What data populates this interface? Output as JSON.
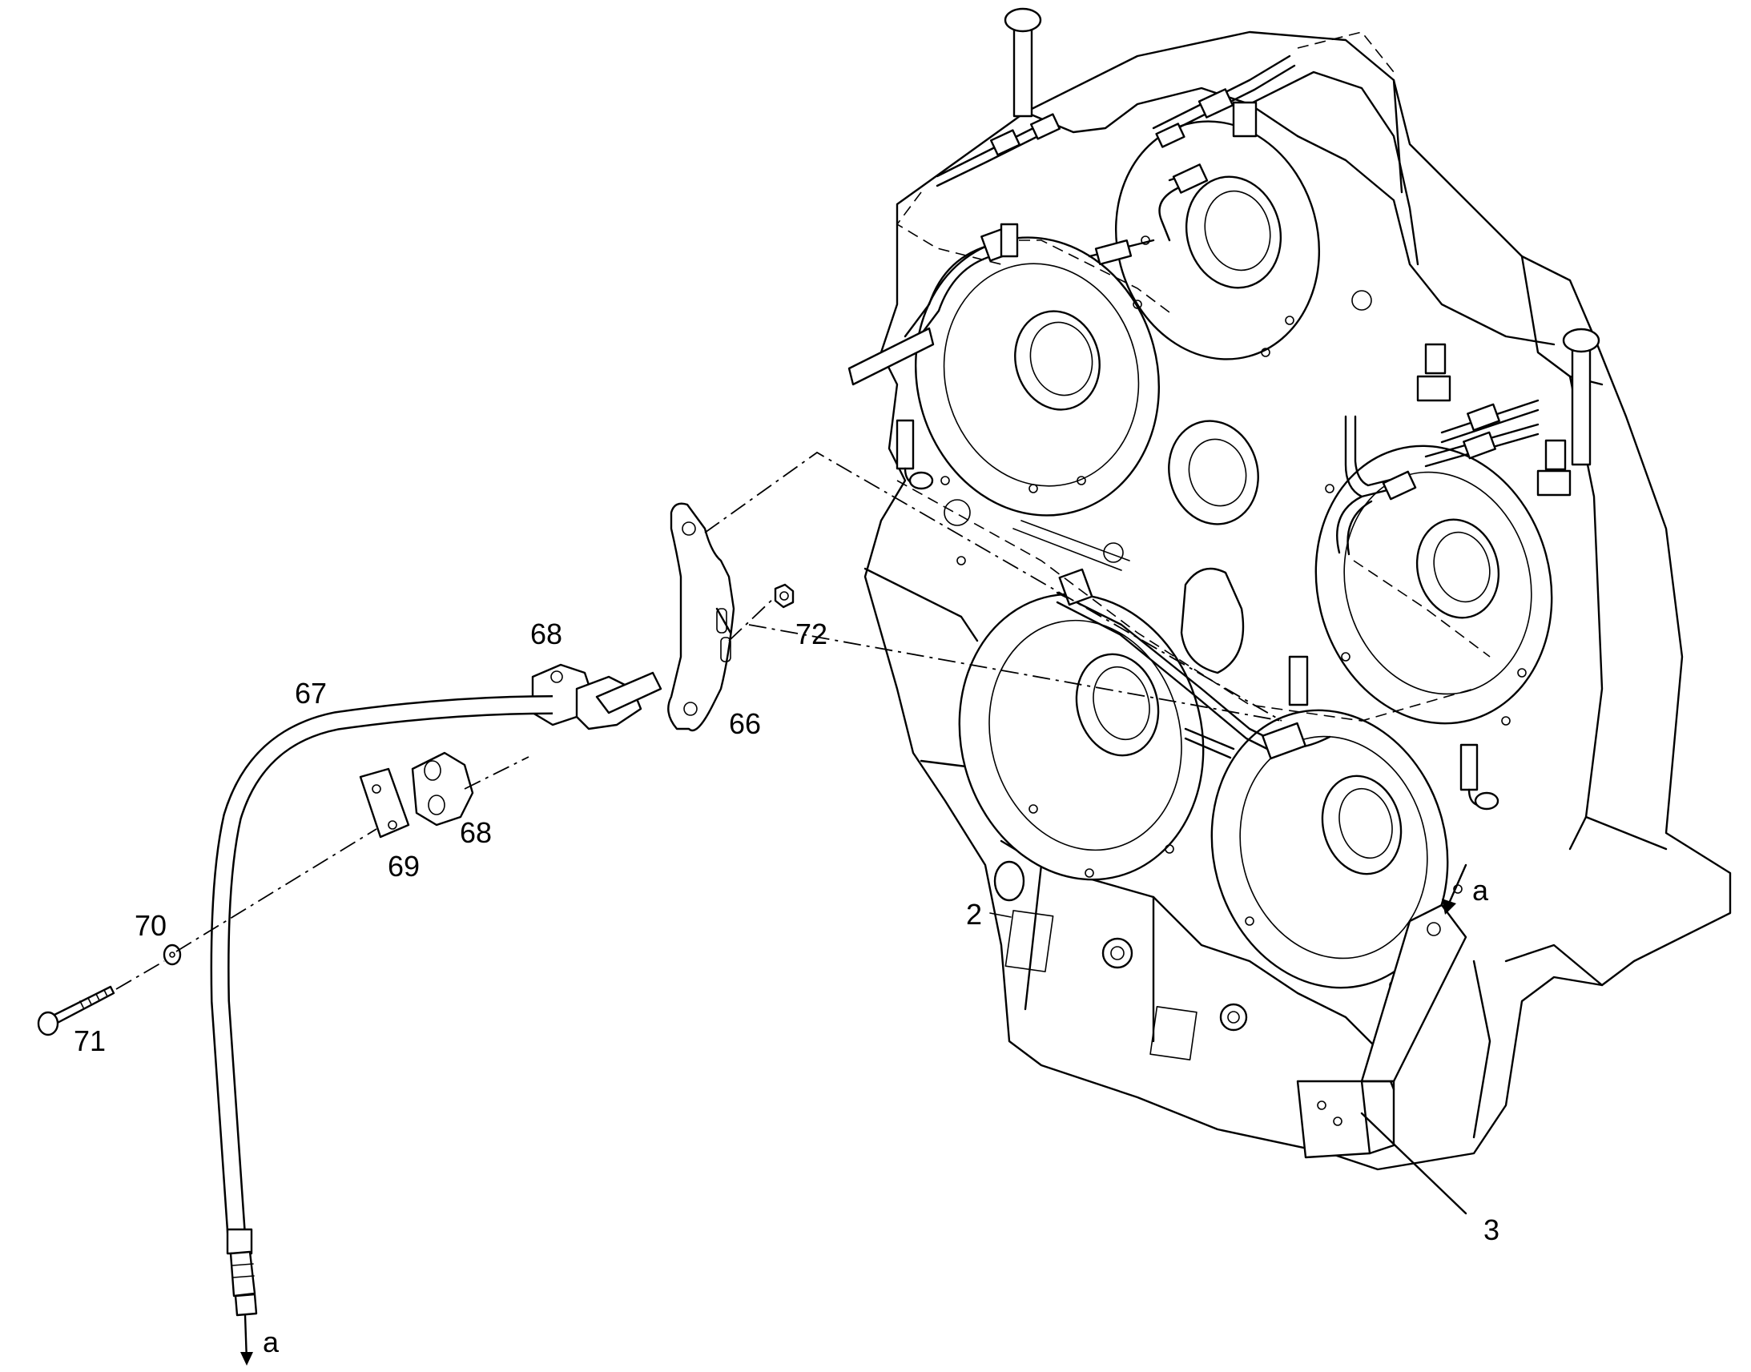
{
  "callouts": {
    "c66": "66",
    "c67": "67",
    "c68_top": "68",
    "c68_bottom": "68",
    "c69": "69",
    "c70": "70",
    "c71": "71",
    "c72": "72",
    "c2": "2",
    "c3": "3",
    "a_hose_end": "a",
    "a_housing": "a"
  }
}
